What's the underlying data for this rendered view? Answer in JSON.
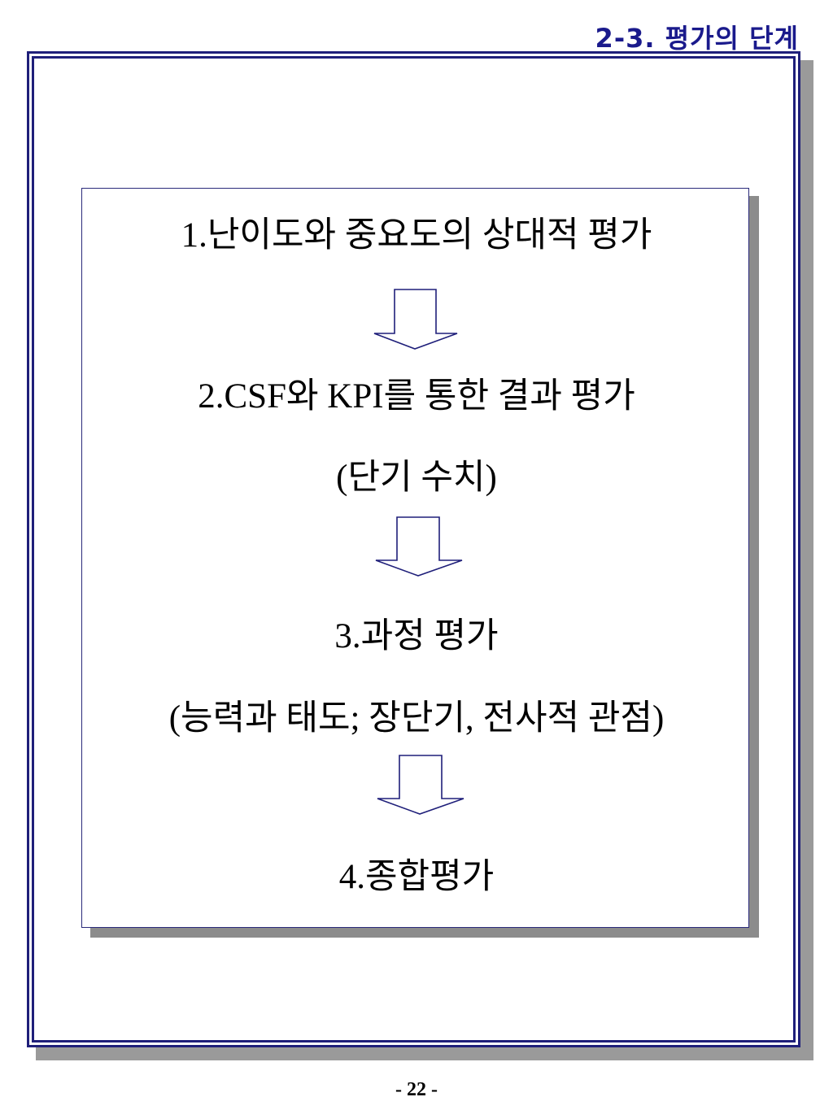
{
  "header": {
    "title": "2-3. 평가의 단계"
  },
  "steps": [
    {
      "label": "1.난이도와 중요도의 상대적 평가"
    },
    {
      "label": "2.CSF와 KPI를 통한 결과 평가"
    },
    {
      "label": "(단기 수치)"
    },
    {
      "label": "3.과정 평가"
    },
    {
      "label": "(능력과 태도; 장단기, 전사적 관점)"
    },
    {
      "label": "4.종합평가"
    }
  ],
  "footer": {
    "page_number": "- 22 -"
  },
  "colors": {
    "frame": "#1f1f7a",
    "title": "#1a1a8c",
    "arrow": "#1f1f7a",
    "shadow": "#9a9a9a"
  }
}
